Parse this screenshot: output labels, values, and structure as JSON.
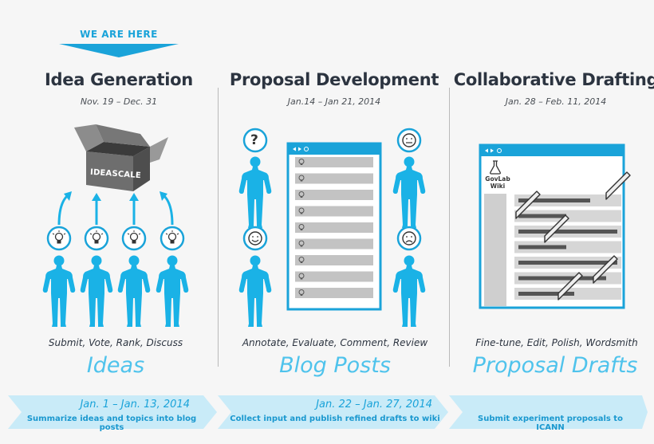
{
  "banner": {
    "label": "WE ARE HERE"
  },
  "phases": [
    {
      "title": "Idea Generation",
      "dates": "Nov. 19 – Dec. 31",
      "actions": "Submit, Vote, Rank, Discuss",
      "output": "Ideas",
      "box_label": "IDEASCALE"
    },
    {
      "title": "Proposal Development",
      "dates": "Jan.14 – Jan 21, 2014",
      "actions": "Annotate, Evaluate, Comment, Review",
      "output": "Blog Posts",
      "question_mark": "?"
    },
    {
      "title": "Collaborative Drafting",
      "dates": "Jan. 28 – Feb. 11, 2014",
      "actions": "Fine-tune, Edit, Polish, Wordsmith",
      "output": "Proposal Drafts",
      "wiki_label_1": "GovLab",
      "wiki_label_2": "Wiki"
    }
  ],
  "timeline": [
    {
      "dates": "Jan. 1 – Jan. 13, 2014",
      "description": "Summarize ideas and topics into blog posts"
    },
    {
      "dates": "Jan. 22 – Jan. 27, 2014",
      "description": "Collect input and publish refined drafts to wiki"
    },
    {
      "dates": "",
      "description": "Submit experiment proposals to ICANN"
    }
  ],
  "colors": {
    "accent": "#1aa3d9",
    "figure": "#1ab2e6",
    "band": "#c9ebf8",
    "text": "#2c3440",
    "light_blue": "#4fc3ec"
  }
}
